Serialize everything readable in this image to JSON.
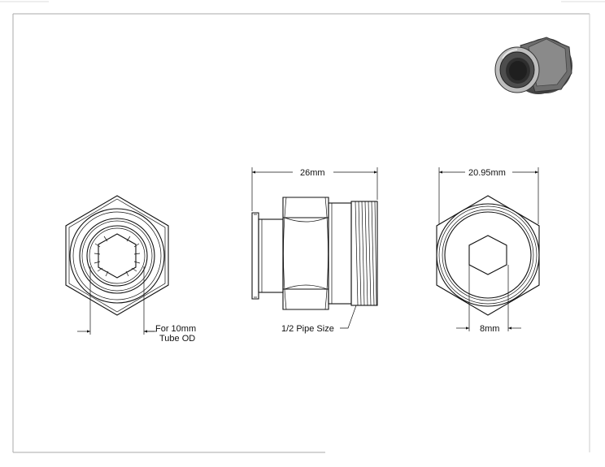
{
  "views": {
    "front": {
      "dimension_label_line1": "For 10mm",
      "dimension_label_line2": "Tube OD"
    },
    "side": {
      "length_label": "26mm",
      "thread_label": "1/2 Pipe Size"
    },
    "back": {
      "across_flats_label": "20.95mm",
      "hex_socket_label": "8mm"
    }
  },
  "colors": {
    "line": "#111111",
    "border": "#aaaaaa",
    "render_body": "#5a5a5a",
    "render_highlight": "#c8c8c8"
  },
  "icons": {
    "iso_render": "fitting-3d-render"
  }
}
